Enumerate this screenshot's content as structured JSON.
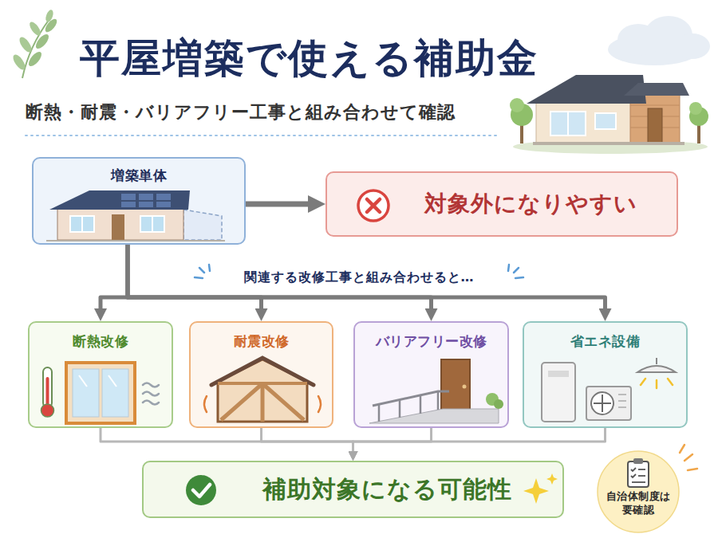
{
  "diagram": {
    "title": "平屋増築で使える補助金",
    "nodes": [
      {
        "text": [
          "増築単体"
        ]
      },
      {
        "text": [
          "対象外になりやすい"
        ]
      },
      {
        "text": [
          "断熱改修"
        ]
      },
      {
        "text": [
          "耐震改修"
        ]
      },
      {
        "text": [
          "バリアフリー改修"
        ]
      },
      {
        "text": [
          "省エネ設備"
        ]
      },
      {
        "text": [
          "補助対象になる可能性"
        ]
      },
      {
        "text": [
          "自治体制度は 要確認"
        ]
      }
    ],
    "edges": [
      {
        "from": 0,
        "to": 1,
        "arrow": "to"
      },
      {
        "from": 0,
        "to": 2,
        "arrow": "to"
      },
      {
        "from": 0,
        "to": 3,
        "arrow": "to"
      },
      {
        "from": 0,
        "to": 4,
        "arrow": "to"
      },
      {
        "from": 0,
        "to": 5,
        "arrow": "to"
      },
      {
        "from": 2,
        "to": 6,
        "arrow": "to"
      },
      {
        "from": 3,
        "to": 6,
        "arrow": "to"
      },
      {
        "from": 4,
        "to": 6,
        "arrow": "to"
      },
      {
        "from": 5,
        "to": 6,
        "arrow": "to"
      }
    ],
    "labels": [
      "断熱・耐震・バリアフリー工事と組み合わせて確認",
      "関連する改修工事と組み合わせると…"
    ]
  }
}
